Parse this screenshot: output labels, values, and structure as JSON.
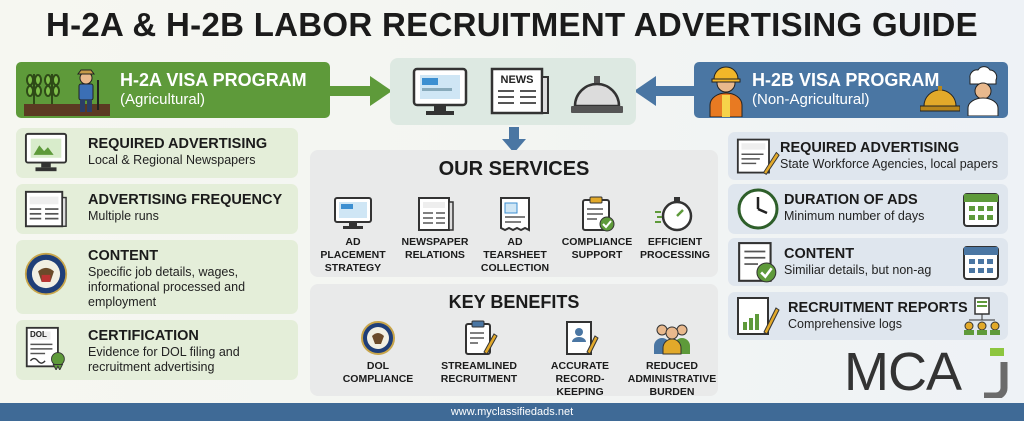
{
  "title": "H-2A & H-2B LABOR RECRUITMENT ADVERTISING GUIDE",
  "h2a": {
    "title": "H-2A VISA PROGRAM",
    "subtitle": "(Agricultural)",
    "cards": [
      {
        "heading": "REQUIRED ADVERTISING",
        "desc": "Local & Regional Newspapers",
        "icon": "monitor-icon"
      },
      {
        "heading": "ADVERTISING FREQUENCY",
        "desc": "Multiple runs",
        "icon": "newspaper-icon"
      },
      {
        "heading": "CONTENT",
        "desc": "Specific job details, wages, informational  processed and employment",
        "icon": "dol-seal-icon"
      },
      {
        "heading": "CERTIFICATION",
        "desc": "Evidence for DOL filing and recruitment advertising",
        "icon": "certificate-icon"
      }
    ]
  },
  "h2b": {
    "title": "H-2B VISA PROGRAM",
    "subtitle": "(Non-Agricultural)",
    "cards": [
      {
        "heading": "REQUIRED ADVERTISING",
        "desc": "State Workforce Agencies, local papers",
        "icon": "newspaper-pen-icon"
      },
      {
        "heading": "DURATION OF ADS",
        "desc": "Minimum number of days",
        "icon": "clock-icon"
      },
      {
        "heading": "CONTENT",
        "desc": "Similiar details, but non-ag",
        "icon": "checklist-icon"
      },
      {
        "heading": "RECRUITMENT REPORTS",
        "desc": "Comprehensive logs",
        "icon": "report-icon"
      }
    ]
  },
  "center_icons": {
    "news_label": "NEWS"
  },
  "services": {
    "heading": "OUR SERVICES",
    "items": [
      {
        "label": "AD PLACEMENT STRATEGY",
        "icon": "monitor-icon"
      },
      {
        "label": "NEWSPAPER RELATIONS",
        "icon": "newspaper-icon"
      },
      {
        "label": "AD TEARSHEET COLLECTION",
        "icon": "tearsheet-icon"
      },
      {
        "label": "COMPLIANCE SUPPORT",
        "icon": "clipboard-check-icon"
      },
      {
        "label": "EFFICIENT PROCESSING",
        "icon": "stopwatch-icon"
      }
    ]
  },
  "benefits": {
    "heading": "KEY BENEFITS",
    "items": [
      {
        "label": "DOL COMPLIANCE",
        "icon": "dol-seal-icon"
      },
      {
        "label": "STREAMLINED RECRUITMENT",
        "icon": "clipboard-pen-icon"
      },
      {
        "label": "ACCURATE RECORD-KEEPING",
        "icon": "document-person-icon"
      },
      {
        "label": "REDUCED ADMINISTRATIVE BURDEN",
        "icon": "people-group-icon"
      }
    ]
  },
  "logo": {
    "text": "MCA"
  },
  "footer": {
    "url": "www.myclassifiedads.net"
  },
  "colors": {
    "green": "#5e9a3a",
    "blue": "#4a76a3",
    "dark": "#1b1b1b"
  }
}
